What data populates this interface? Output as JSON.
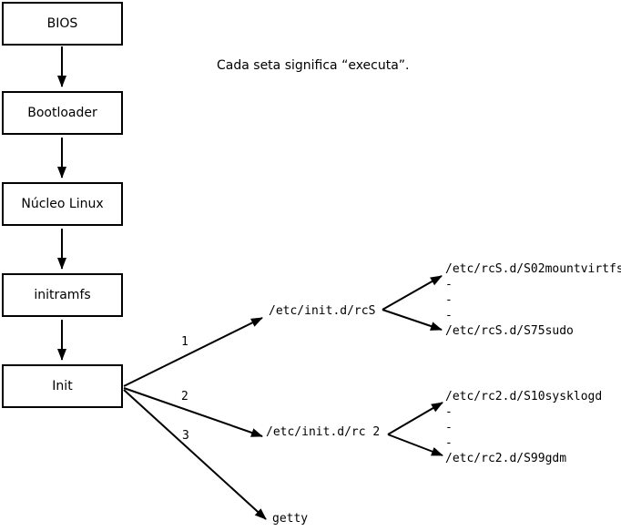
{
  "caption": "Cada seta significa “executa”.",
  "colors": {
    "background": "#ffffff",
    "foreground": "#000000"
  },
  "boot_chain": {
    "boxes": [
      {
        "label": "BIOS"
      },
      {
        "label": "Bootloader"
      },
      {
        "label": "Núcleo Linux"
      },
      {
        "label": "initramfs"
      },
      {
        "label": "Init"
      }
    ]
  },
  "branches": [
    {
      "number": "1",
      "target": "/etc/init.d/rcS",
      "children": [
        "/etc/rcS.d/S02mountvirtfs",
        "-",
        "-",
        "-",
        "/etc/rcS.d/S75sudo"
      ]
    },
    {
      "number": "2",
      "target": "/etc/init.d/rc 2",
      "children": [
        "/etc/rc2.d/S10sysklogd",
        "-",
        "-",
        "-",
        "/etc/rc2.d/S99gdm"
      ]
    },
    {
      "number": "3",
      "target": "getty",
      "children": []
    }
  ]
}
